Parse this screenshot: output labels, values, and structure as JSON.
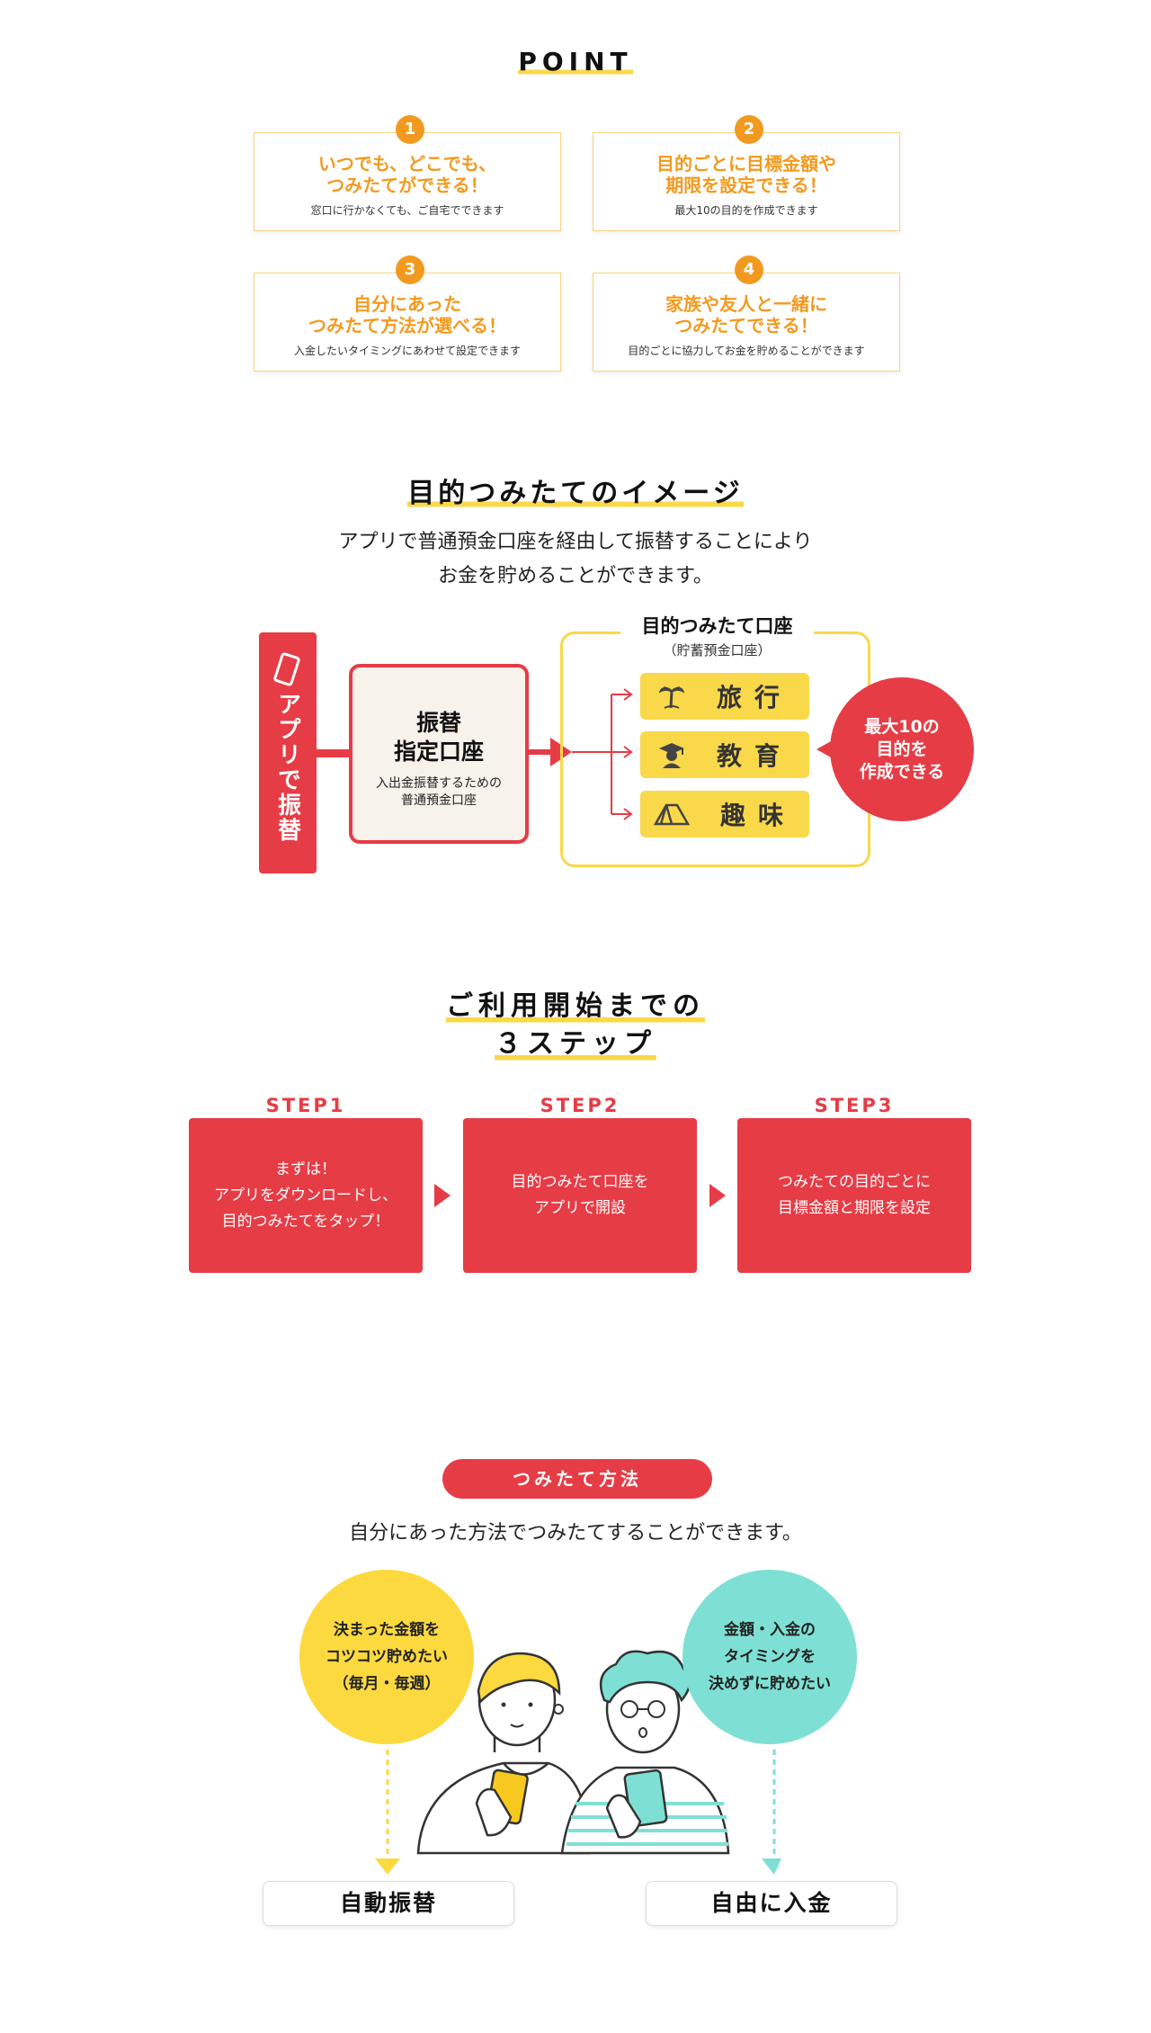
{
  "point": {
    "title": "POINT",
    "cards": [
      {
        "num": "1",
        "title": "いつでも、どこでも、\nつみたてができる！",
        "sub": "窓口に行かなくても、ご自宅でできます"
      },
      {
        "num": "2",
        "title": "目的ごとに目標金額や\n期限を設定できる！",
        "sub": "最大10の目的を作成できます"
      },
      {
        "num": "3",
        "title": "自分にあった\nつみたて方法が選べる！",
        "sub": "入金したいタイミングにあわせて設定できます"
      },
      {
        "num": "4",
        "title": "家族や友人と一緒に\nつみたてできる！",
        "sub": "目的ごとに協力してお金を貯めることができます"
      }
    ]
  },
  "image_section": {
    "title": "目的つみたてのイメージ",
    "desc": "アプリで普通預金口座を経由して振替することにより\nお金を貯めることができます。",
    "app_label": "アプリで振替",
    "transfer": {
      "title": "振替\n指定口座",
      "sub": "入出金振替するための\n普通預金口座"
    },
    "goal_account": {
      "title": "目的つみたて口座",
      "subtitle": "（貯蓄預金口座）"
    },
    "goals": [
      {
        "label": "旅行",
        "icon": "palm-tree-icon"
      },
      {
        "label": "教育",
        "icon": "graduate-icon"
      },
      {
        "label": "趣味",
        "icon": "tent-icon"
      }
    ],
    "max_badge": "最大10の\n目的を\n作成できる"
  },
  "steps": {
    "title_line1": "ご利用開始までの",
    "title_line2": "３ステップ",
    "items": [
      {
        "label": "STEP1",
        "text": "まずは！\nアプリをダウンロードし、\n目的つみたてをタップ！"
      },
      {
        "label": "STEP2",
        "text": "目的つみたて口座を\nアプリで開設"
      },
      {
        "label": "STEP3",
        "text": "つみたての目的ごとに\n目標金額と期限を設定"
      }
    ]
  },
  "methods": {
    "pill": "つみたて方法",
    "desc": "自分にあった方法でつみたてすることができます。",
    "left_bubble": "決まった金額を\nコツコツ貯めたい\n（毎月・毎週）",
    "right_bubble": "金額・入金の\nタイミングを\n決めずに貯めたい",
    "left_result": "自動振替",
    "right_result": "自由に入金"
  },
  "colors": {
    "red": "#e63c46",
    "orange": "#f29a1f",
    "yellow": "#f9d84a",
    "teal": "#7ee0d4"
  }
}
